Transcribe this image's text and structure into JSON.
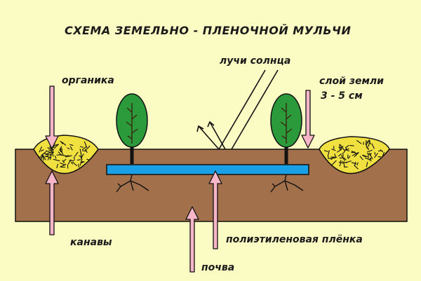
{
  "title": "СХЕМА ЗЕМЕЛЬНО - ПЛЕНОЧНОЙ МУЛЬЧИ",
  "labels": {
    "organics": "органика",
    "sun_rays": "лучи солнца",
    "soil_layer_line1": "слой земли",
    "soil_layer_line2": "3 - 5 см",
    "ditches": "канавы",
    "polyethylene_film": "полиэтиленовая плёнка",
    "soil": "почва"
  },
  "colors": {
    "background": "#fbfbc4",
    "soil": "#a2704a",
    "film": "#1aa0e6",
    "mulch": "#f0e040",
    "foliage": "#2a9a3a",
    "arrow": "#f7b6c8"
  }
}
